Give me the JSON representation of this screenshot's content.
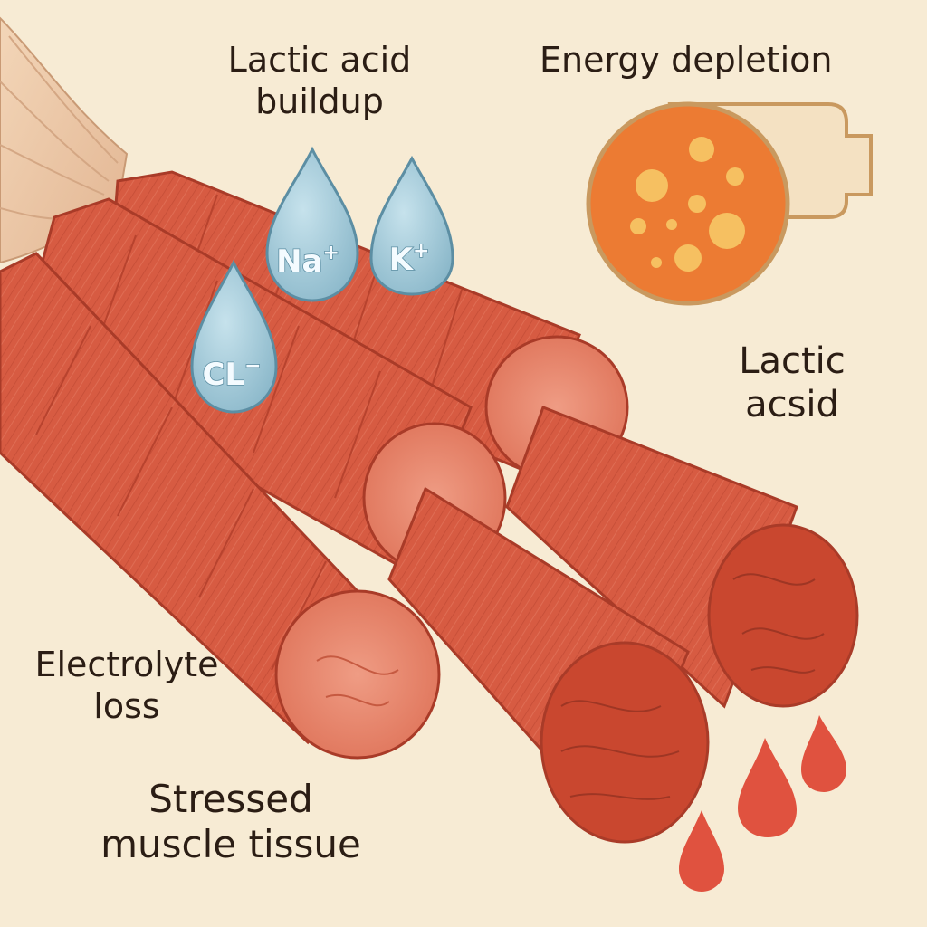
{
  "labels": {
    "lactic_buildup_line1": "Lactic acid",
    "lactic_buildup_line2": "buildup",
    "energy_depletion": "Energy depletion",
    "lactic_acsid_line1": "Lactic",
    "lactic_acsid_line2": "acsid",
    "electrolyte_line1": "Electrolyte",
    "electrolyte_line2": "loss",
    "stressed_line1": "Stressed",
    "stressed_line2": "muscle tissue"
  },
  "ions": [
    {
      "name": "sodium",
      "symbol": "Na",
      "charge": "+"
    },
    {
      "name": "potassium",
      "symbol": "K",
      "charge": "+"
    },
    {
      "name": "chloride",
      "symbol": "CL",
      "charge": "−"
    }
  ],
  "colors": {
    "background": "#f7ebd4",
    "muscle": "#d75b42",
    "muscle_dark": "#b8432e",
    "muscle_face": "#e98a72",
    "droplet": "#9cc6d6",
    "battery_fill": "#ec7b33",
    "battery_spots": "#f6c061",
    "blood": "#e0523f"
  },
  "icons": [
    "tendon-icon",
    "muscle-fiber-icon",
    "ion-droplet-icon",
    "battery-icon",
    "blood-drop-icon"
  ]
}
